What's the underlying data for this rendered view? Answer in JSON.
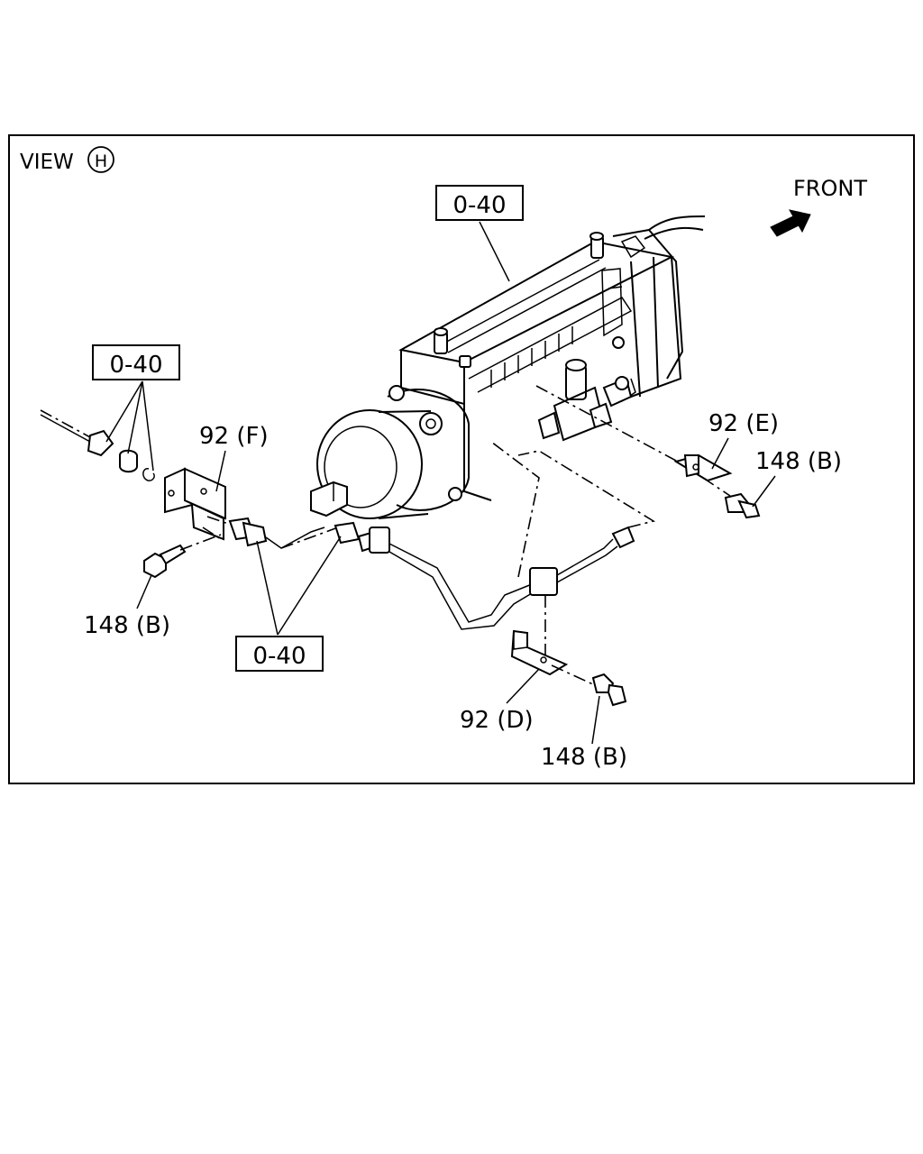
{
  "view_label": "VIEW",
  "view_id": "H",
  "direction_label": "FRONT",
  "callouts": {
    "pump_ref": "0-40",
    "fitting_ref_left": "0-40",
    "fitting_ref_bottom": "0-40",
    "bracket_f": "92 (F)",
    "bracket_e": "92 (E)",
    "bracket_d": "92 (D)",
    "bolt_left": "148 (B)",
    "bolt_right": "148 (B)",
    "bolt_bottom": "148 (B)"
  },
  "colors": {
    "line": "#000000",
    "background": "#ffffff"
  }
}
